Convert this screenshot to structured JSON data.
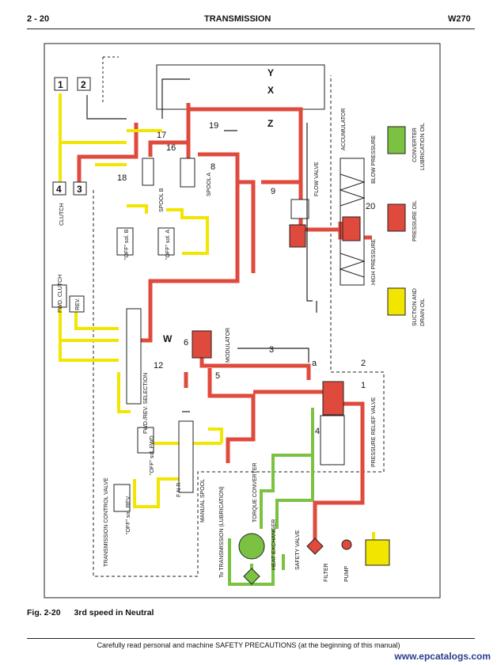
{
  "header": {
    "page": "2 - 20",
    "section": "TRANSMISSION",
    "model": "W270"
  },
  "caption": {
    "fig": "Fig. 2-20",
    "title": "3rd speed in Neutral"
  },
  "footer": "Carefully read personal and machine SAFETY PRECAUTIONS (at the beginning of this manual)",
  "watermark": "www.epcatalogs.com",
  "colors": {
    "converter": "#7bc142",
    "pressure": "#e04a3c",
    "suction": "#f2e600",
    "line": "#222222"
  },
  "legend": [
    {
      "key": "converter",
      "label_1": "CONVERTER",
      "label_2": "LUBRICATION OIL"
    },
    {
      "key": "pressure",
      "label_1": "PRESSURE OIL",
      "label_2": ""
    },
    {
      "key": "suction",
      "label_1": "SUCTION AND",
      "label_2": "DRAIN OIL"
    }
  ],
  "labels": {
    "clutch": "CLUTCH",
    "fwd_clutch": "FWD. CLUTCH",
    "rev": "REV.",
    "spool_b": "SPOOL B",
    "spool_a": "SPOOL A",
    "sol_b": "\"OFF\" sol. B",
    "sol_a": "\"OFF\" sol. A",
    "accumulator": "ACCUMULATOR",
    "blow_pressure": "BLOW PRESSURE",
    "high_pressure": "HIGH PRESSURE",
    "flow_valve": "FLOW VALVE",
    "modulator": "MODULATOR",
    "fwd_rev_selection": "FWD./REV. SELECTION",
    "sol_fwd": "\"OFF\" sol. FWD",
    "sol_rev": "\"OFF\" sol. REV.",
    "fnr": "F N R",
    "manual_spool": "MANUAL SPOOL",
    "tcv": "TRANSMISSION CONTROL VALVE",
    "to_transmission": "To TRANSMISSION (LUBRICATION)",
    "torque_converter": "TORQUE CONVERTER",
    "heat_exchanger": "HEAT EXCHANGER",
    "safety_valve": "SAFETY VALVE",
    "filter": "FILTER",
    "pump": "PUMP",
    "pressure_relief": "PRESSURE RELIEF VALVE",
    "x": "X",
    "y": "Y",
    "z": "Z",
    "w": "W",
    "n1": "1",
    "n2": "2",
    "n3": "3",
    "n4": "4",
    "n5": "5",
    "n6": "6",
    "n8": "8",
    "n9": "9",
    "n12": "12",
    "n16": "16",
    "n17": "17",
    "n18": "18",
    "n19": "19",
    "n20": "20",
    "na": "a",
    "box1": "1",
    "box2": "2",
    "box3": "3",
    "box4": "4"
  }
}
